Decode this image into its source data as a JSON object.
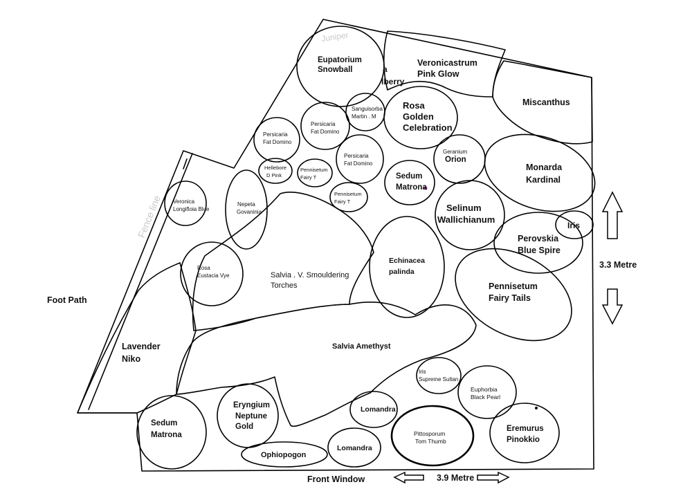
{
  "footpath_label": "Foot Path",
  "front_window_label": "Front Window",
  "width_label": "3.9 Metre",
  "depth_label": "3.3 Metre",
  "faint_notes": [
    "Fence line",
    "Juniper"
  ],
  "plants": {
    "eupatorium": [
      "Eupatorium",
      "Snowball"
    ],
    "veronicastrum": [
      "Veronicastrum",
      "Pink Glow"
    ],
    "mulberry_fragment": [
      "a",
      "lberry"
    ],
    "miscanthus": [
      "Miscanthus"
    ],
    "sanguisorba": [
      "Sanguisorba",
      "Martin . M"
    ],
    "rosa_golden": [
      "Rosa",
      "Golden",
      "Celebration"
    ],
    "persicaria_1": [
      "Persicaria",
      "Fat Domino"
    ],
    "persicaria_2": [
      "Persicaria",
      "Fat Domino"
    ],
    "persicaria_3": [
      "Persicaria",
      "Fat Domino"
    ],
    "hellebore": [
      "Hellebore",
      "D Pink"
    ],
    "pennisetum_small_1": [
      "Pennisetum",
      "Fairy T"
    ],
    "pennisetum_small_2": [
      "Pennisetum",
      "Fairy T"
    ],
    "geranium": [
      "Geranium",
      "Orion"
    ],
    "sedum_top": [
      "Sedum",
      "Matrona"
    ],
    "monarda": [
      "Monarda",
      "Kardinal"
    ],
    "veronica": [
      "Veronica",
      "Longifloia Blue"
    ],
    "nepeta": [
      "Nepeta",
      "Govaninia"
    ],
    "selinum": [
      "Selinum",
      "Wallichianum"
    ],
    "iris_top": [
      "Iris"
    ],
    "perovskia": [
      "Perovskia",
      "Blue Spire"
    ],
    "rosa_eustacia": [
      "Rosa",
      "Eustacia Vye"
    ],
    "salvia_torches": [
      "Salvia . V. Smouldering",
      "Torches"
    ],
    "echinacea": [
      "Echinacea",
      "palinda"
    ],
    "pennisetum_fairy": [
      "Pennisetum",
      "Fairy Tails"
    ],
    "lavender": [
      "Lavender",
      "Niko"
    ],
    "salvia_amethyst": [
      "Salvia Amethyst"
    ],
    "iris_sultan": [
      "Iris",
      "Supreme Sultan"
    ],
    "euphorbia": [
      "Euphorbia",
      "Black Pearl"
    ],
    "sedum_bottom": [
      "Sedum",
      "Matrona"
    ],
    "eryngium": [
      "Eryngium",
      "Neptune",
      "Gold"
    ],
    "lomandra_1": [
      "Lomandra"
    ],
    "lomandra_2": [
      "Lomandra"
    ],
    "pittosporum": [
      "Pittosporum",
      "Tom Thumb"
    ],
    "eremurus": [
      "Eremurus",
      "Pinokkio"
    ],
    "ophiopogon": [
      "Ophiopogon"
    ]
  }
}
